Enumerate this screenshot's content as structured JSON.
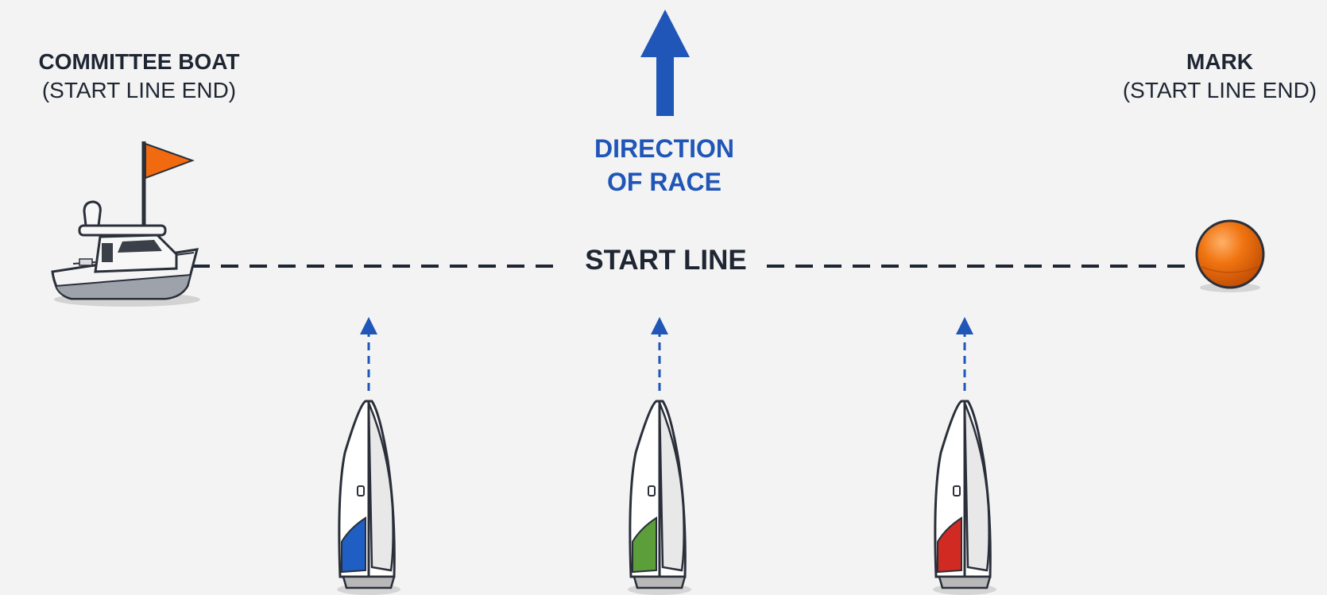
{
  "committee_boat": {
    "title": "COMMITTEE BOAT",
    "subtitle": "(START LINE END)",
    "icon": "committee-boat-icon",
    "flag_color": "#f26a10"
  },
  "mark": {
    "title": "MARK",
    "subtitle": "(START LINE END)",
    "icon": "orange-buoy-icon",
    "color": "#f07511"
  },
  "direction": {
    "line1": "DIRECTION",
    "line2": "OF RACE",
    "icon": "up-arrow-icon",
    "color": "#1f56b8"
  },
  "start_line": {
    "label": "START LINE"
  },
  "sailboats": [
    {
      "icon": "sailboat-icon",
      "sail_color": "#1f5fc4"
    },
    {
      "icon": "sailboat-icon",
      "sail_color": "#5c9e3a"
    },
    {
      "icon": "sailboat-icon",
      "sail_color": "#d12a22"
    }
  ]
}
